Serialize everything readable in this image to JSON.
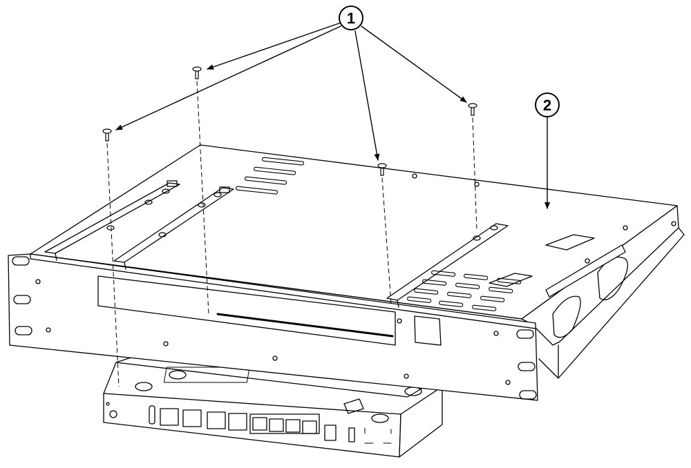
{
  "callouts": [
    {
      "id": "1",
      "label": "1"
    },
    {
      "id": "2",
      "label": "2"
    }
  ],
  "colors": {
    "line": "#000000",
    "fill": "#ffffff",
    "shade": "#f2f2f2"
  }
}
